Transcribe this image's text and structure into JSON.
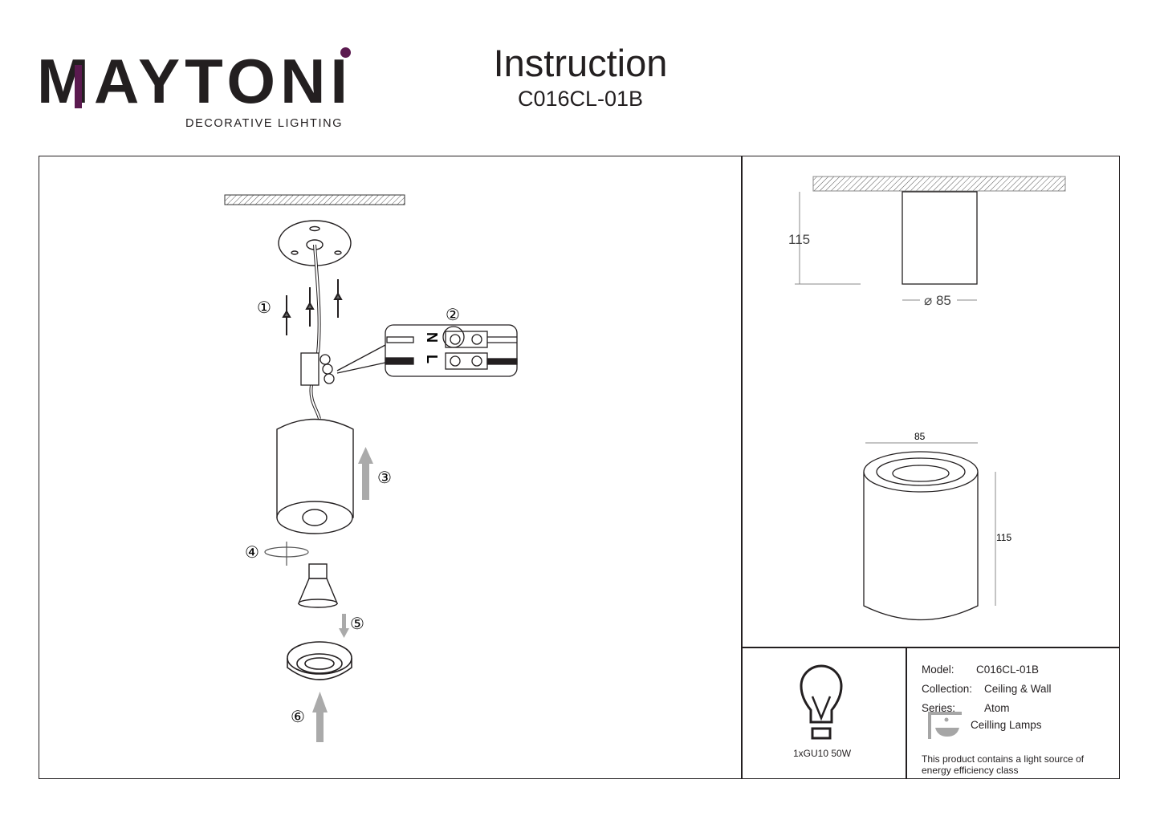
{
  "brand": {
    "name": "MAYTONI",
    "tagline": "DECORATIVE LIGHTING",
    "accent": "#5b1a4f"
  },
  "header": {
    "title": "Instruction",
    "model": "C016CL-01B"
  },
  "steps": [
    "①",
    "②",
    "③",
    "④",
    "⑤",
    "⑥"
  ],
  "wiring": {
    "neutral": "N",
    "live": "L"
  },
  "dimensions": {
    "side_height": "115",
    "side_diameter": "⌀ 85",
    "perspective_width": "85",
    "perspective_height": "115"
  },
  "bulb": {
    "label": "1xGU10 50W"
  },
  "specs": {
    "model_label": "Model:",
    "model_value": "C016CL-01B",
    "collection_label": "Collection:",
    "collection_value": "Ceiling & Wall",
    "series_label": "Series:",
    "series_value": "Atom",
    "type_value": "Ceilling Lamps",
    "energy_note_1": "This product contains a light source of",
    "energy_note_2": "energy efficiency class"
  }
}
